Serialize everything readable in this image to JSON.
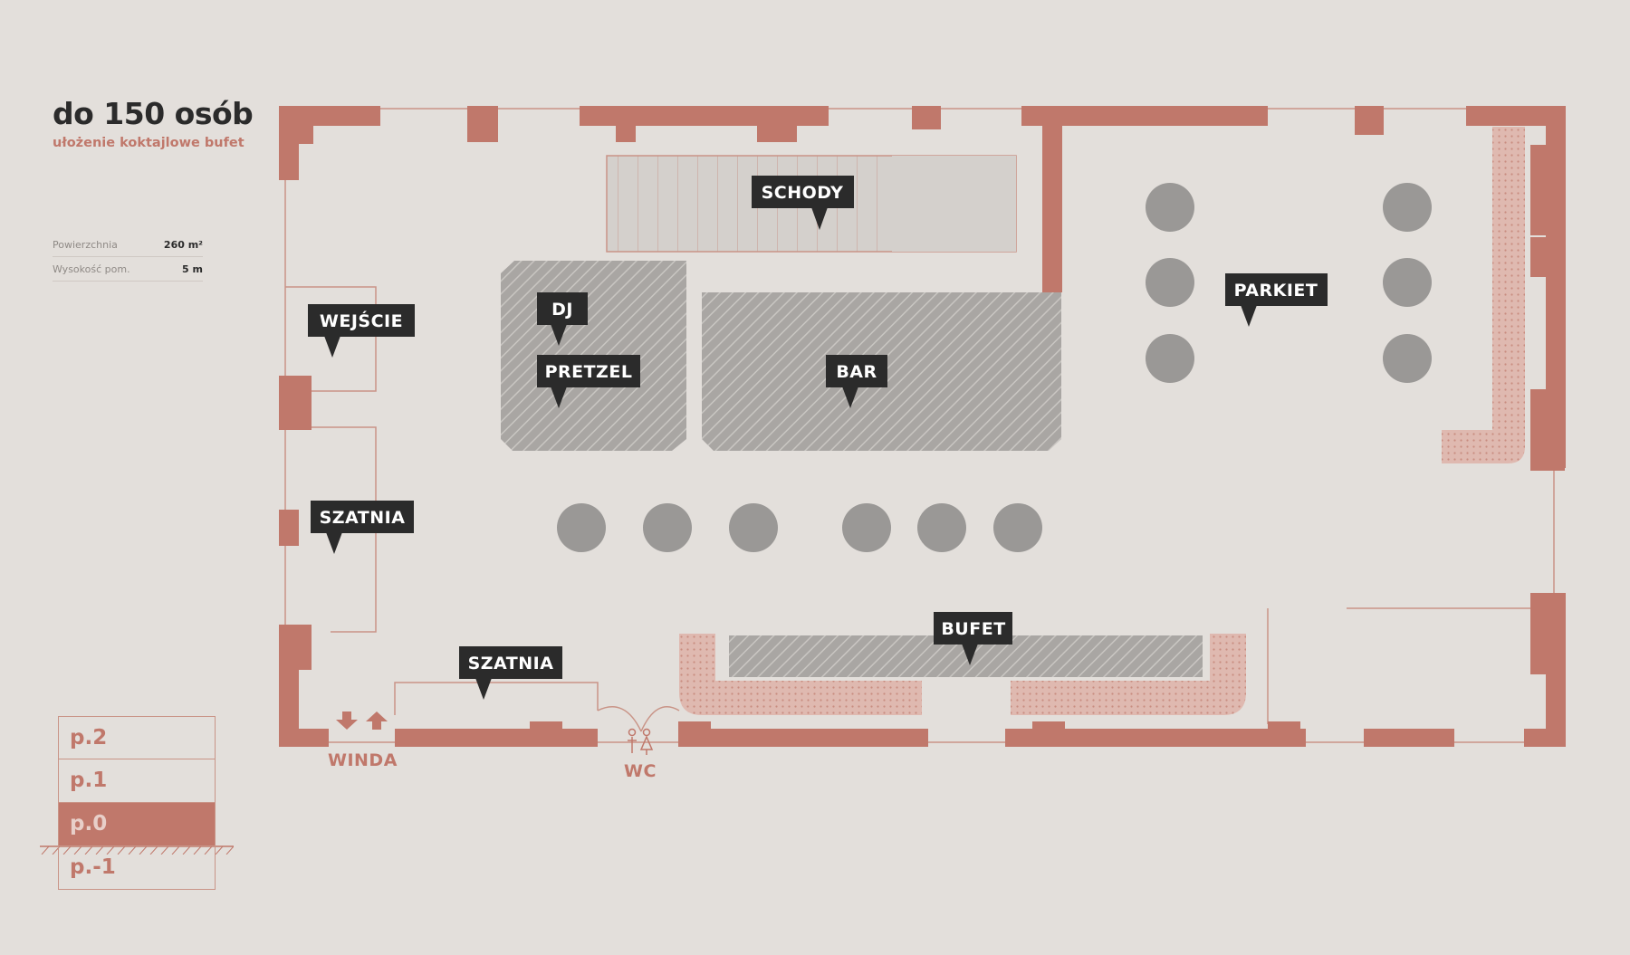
{
  "header": {
    "title": "do 150 osób",
    "subtitle": "ułożenie koktajlowe bufet"
  },
  "specs": [
    {
      "label": "Powierzchnia",
      "value": "260 m²"
    },
    {
      "label": "Wysokość pom.",
      "value": "5 m"
    }
  ],
  "floors": [
    {
      "label": "p.2",
      "active": false
    },
    {
      "label": "p.1",
      "active": false
    },
    {
      "label": "p.0",
      "active": true
    },
    {
      "label": "p.-1",
      "active": false
    }
  ],
  "plan_labels": {
    "schody": "SCHODY",
    "dj": "DJ",
    "pretzel": "PRETZEL",
    "bar": "BAR",
    "parkiet": "PARKIET",
    "wejscie": "WEJŚCIE",
    "szatnia_1": "SZATNIA",
    "szatnia_2": "SZATNIA",
    "bufet": "BUFET",
    "winda": "WINDA",
    "wc": "WC"
  },
  "colors": {
    "wall": "#c0786b",
    "tag": "#2b2b2b",
    "table": "#9a9896",
    "zone": "#a9a6a3",
    "background": "#e3dfdb"
  }
}
